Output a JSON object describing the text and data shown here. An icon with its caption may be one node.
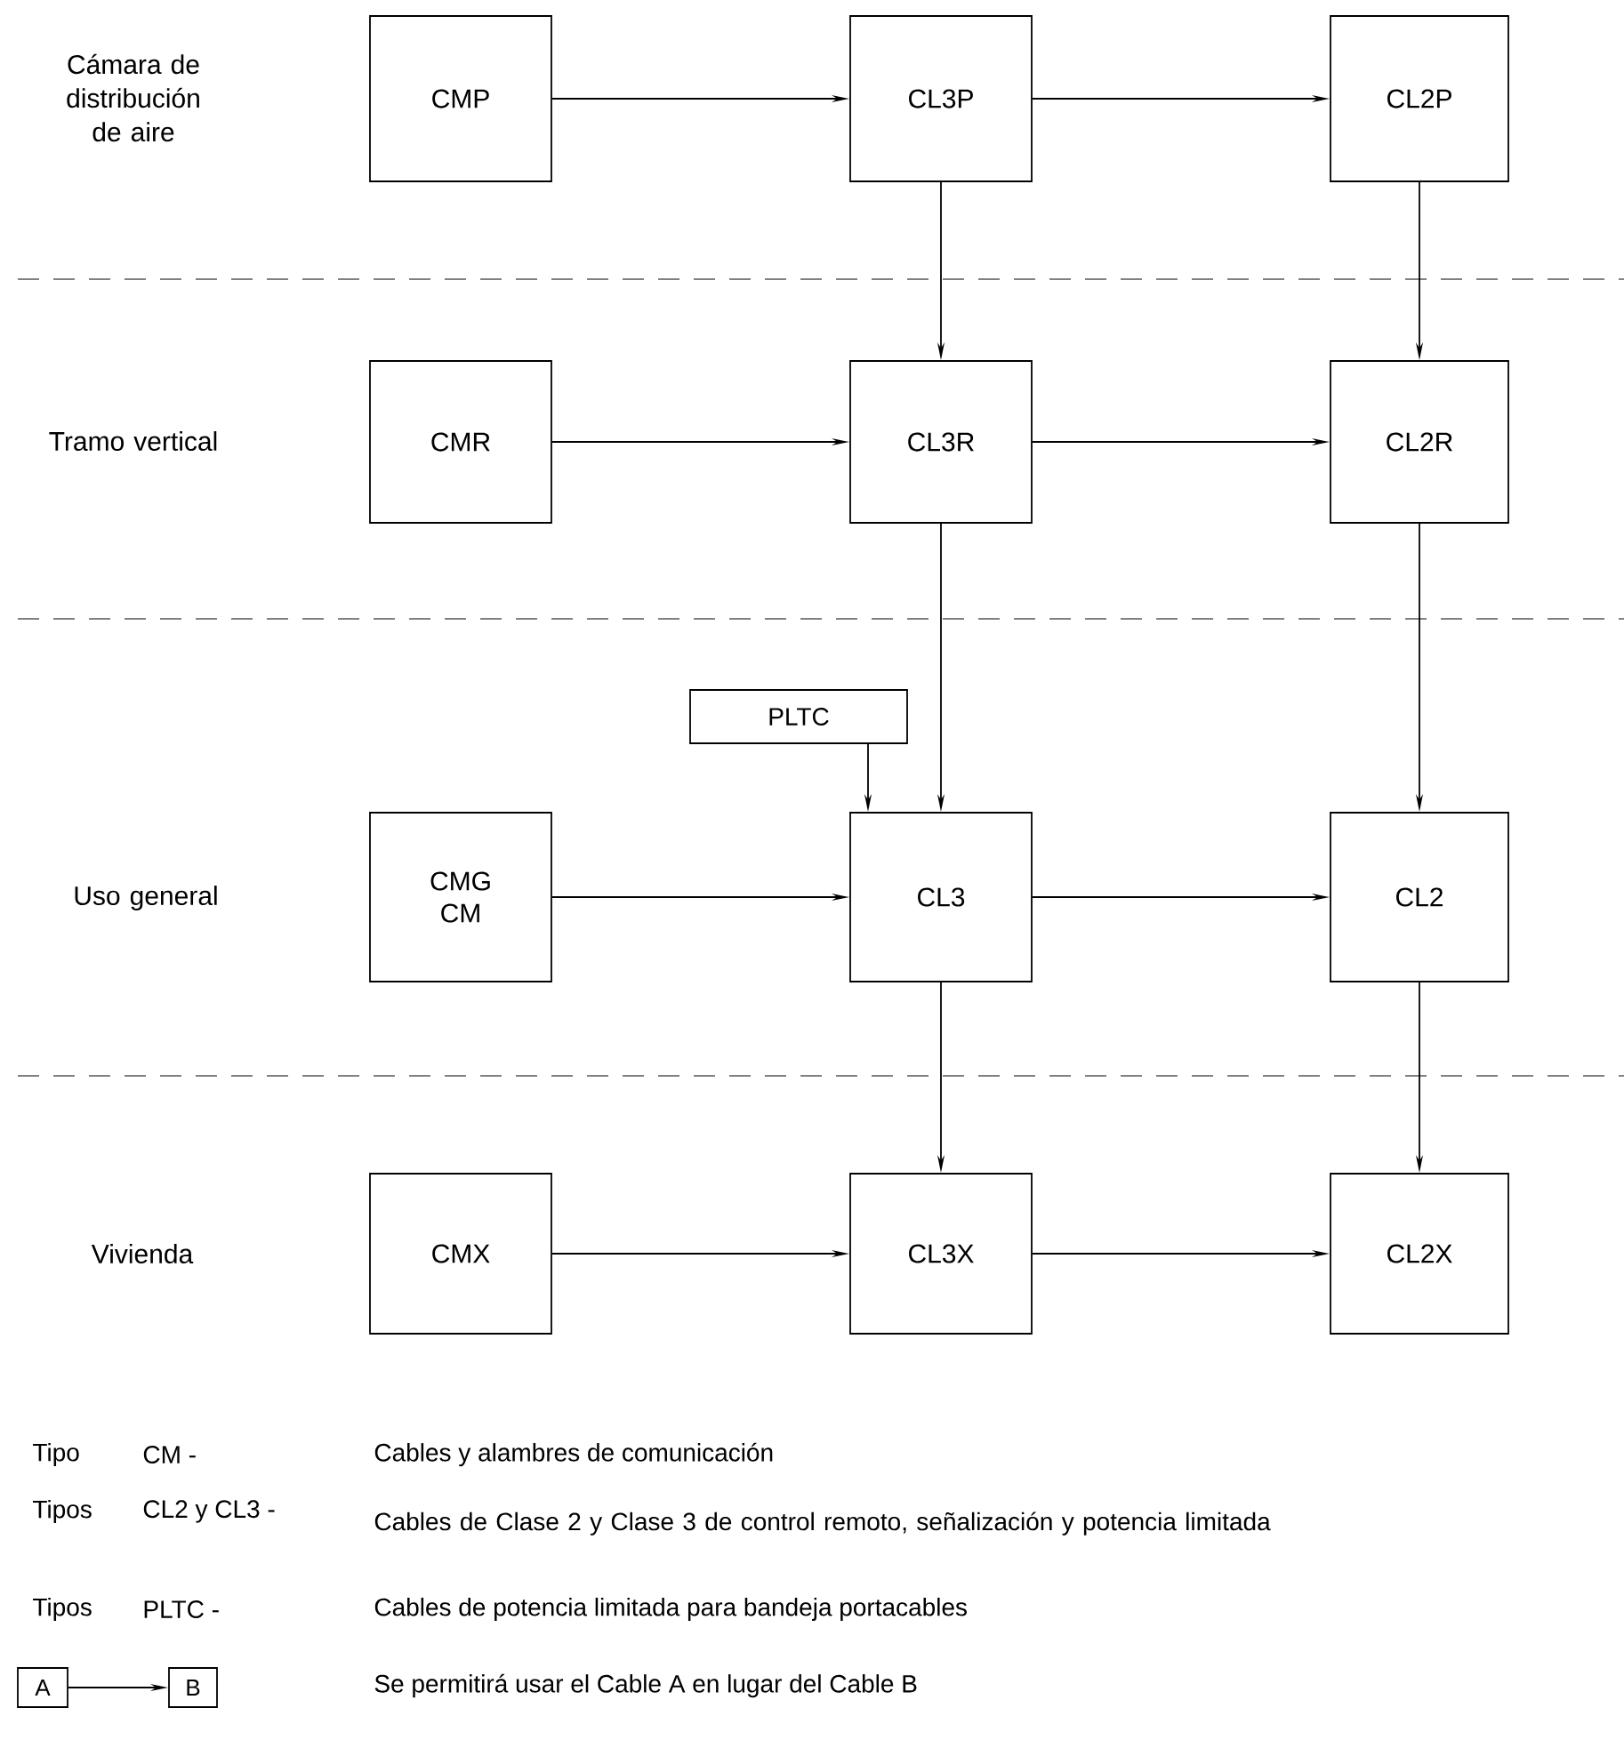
{
  "diagram": {
    "nodes": [
      {
        "text": [
          "CMP"
        ]
      },
      {
        "text": [
          "CL3P"
        ]
      },
      {
        "text": [
          "CL2P"
        ]
      },
      {
        "text": [
          "CMR"
        ]
      },
      {
        "text": [
          "CL3R"
        ]
      },
      {
        "text": [
          "CL2R"
        ]
      },
      {
        "text": [
          "PLTC"
        ]
      },
      {
        "text": [
          "CMG",
          "CM"
        ]
      },
      {
        "text": [
          "CL3"
        ]
      },
      {
        "text": [
          "CL2"
        ]
      },
      {
        "text": [
          "CMX"
        ]
      },
      {
        "text": [
          "CL3X"
        ]
      },
      {
        "text": [
          "CL2X"
        ]
      },
      {
        "text": [
          "A"
        ]
      },
      {
        "text": [
          "B"
        ]
      }
    ],
    "edges": [
      {
        "from": 0,
        "to": 1,
        "arrow": "to"
      },
      {
        "from": 1,
        "to": 2,
        "arrow": "to"
      },
      {
        "from": 1,
        "to": 4,
        "arrow": "to"
      },
      {
        "from": 2,
        "to": 5,
        "arrow": "to"
      },
      {
        "from": 3,
        "to": 4,
        "arrow": "to"
      },
      {
        "from": 4,
        "to": 5,
        "arrow": "to"
      },
      {
        "from": 4,
        "to": 8,
        "arrow": "to"
      },
      {
        "from": 5,
        "to": 9,
        "arrow": "to"
      },
      {
        "from": 6,
        "to": 8,
        "arrow": "to"
      },
      {
        "from": 7,
        "to": 8,
        "arrow": "to"
      },
      {
        "from": 8,
        "to": 9,
        "arrow": "to"
      },
      {
        "from": 8,
        "to": 11,
        "arrow": "to"
      },
      {
        "from": 9,
        "to": 12,
        "arrow": "to"
      },
      {
        "from": 10,
        "to": 11,
        "arrow": "to"
      },
      {
        "from": 11,
        "to": 12,
        "arrow": "to"
      },
      {
        "from": 13,
        "to": 14,
        "arrow": "to"
      }
    ],
    "labels": [
      "Cámara de distribución de aire",
      "Tramo vertical",
      "Uso general",
      "Vivienda",
      "Tipo",
      "CM -",
      "Cables y alambres de comunicación",
      "Tipos",
      "CL2 y CL3 -",
      "Cables de Clase 2 y Clase 3 de control remoto, señalización y potencia limitada",
      "Tipos",
      "PLTC -",
      "Cables de potencia limitada para bandeja portacables",
      "Se permitirá usar el Cable A en lugar del Cable B"
    ]
  }
}
